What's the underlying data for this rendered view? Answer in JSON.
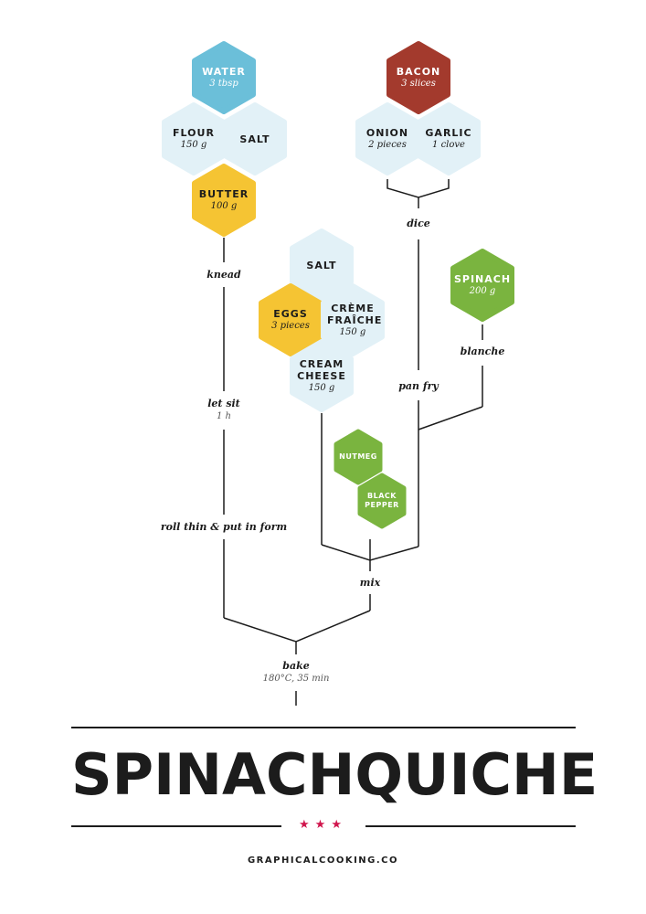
{
  "colors": {
    "water": "#6bbfd9",
    "light": "#e2f1f7",
    "butter": "#f5c433",
    "bacon": "#a33a2d",
    "green": "#7ab43f",
    "line": "#1c1c1c",
    "star": "#d0164d"
  },
  "dough": {
    "water": {
      "name": "WATER",
      "qty": "3 tbsp"
    },
    "flour": {
      "name": "FLOUR",
      "qty": "150 g"
    },
    "salt": {
      "name": "SALT",
      "qty": ""
    },
    "butter": {
      "name": "BUTTER",
      "qty": "100 g"
    }
  },
  "filling_base": {
    "bacon": {
      "name": "BACON",
      "qty": "3 slices"
    },
    "onion": {
      "name": "ONION",
      "qty": "2 pieces"
    },
    "garlic": {
      "name": "GARLIC",
      "qty": "1 clove"
    }
  },
  "custard": {
    "salt": {
      "name": "SALT",
      "qty": ""
    },
    "eggs": {
      "name": "EGGS",
      "qty": "3 pieces"
    },
    "creme": {
      "name": "CRÈME FRAÎCHE",
      "qty": "150 g"
    },
    "cream_cheese": {
      "name": "CREAM CHEESE",
      "qty": "150 g"
    }
  },
  "spinach": {
    "name": "SPINACH",
    "qty": "200 g"
  },
  "spices": {
    "nutmeg": {
      "name": "NUTMEG"
    },
    "pepper": {
      "name": "BLACK PEPPER"
    }
  },
  "steps": {
    "dice": {
      "label": "dice"
    },
    "knead": {
      "label": "knead"
    },
    "blanche": {
      "label": "blanche"
    },
    "pan_fry": {
      "label": "pan fry"
    },
    "let_sit": {
      "label": "let sit",
      "detail": "1 h"
    },
    "roll": {
      "label": "roll thin & put in form"
    },
    "mix": {
      "label": "mix"
    },
    "bake": {
      "label": "bake",
      "detail": "180°C, 35 min"
    }
  },
  "footer": {
    "title": "SPINACHQUICHE",
    "stars": "★★★",
    "site": "GRAPHICALCOOKING.CO"
  }
}
